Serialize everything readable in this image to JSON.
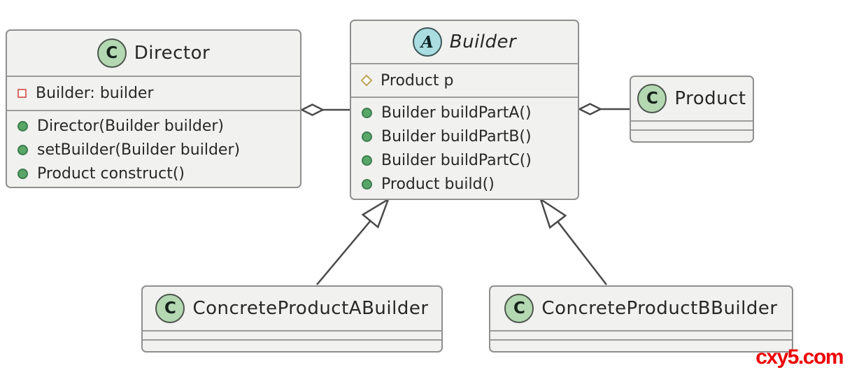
{
  "classes": {
    "director": {
      "badge": "C",
      "name": "Director",
      "fields": [
        "Builder: builder"
      ],
      "methods": [
        "Director(Builder builder)",
        "setBuilder(Builder builder)",
        "Product construct()"
      ]
    },
    "builder": {
      "badge": "A",
      "name": "Builder",
      "fields": [
        "Product p"
      ],
      "methods": [
        "Builder buildPartA()",
        "Builder buildPartB()",
        "Builder buildPartC()",
        "Product build()"
      ]
    },
    "product": {
      "badge": "C",
      "name": "Product",
      "fields": [],
      "methods": []
    },
    "concreteA": {
      "badge": "C",
      "name": "ConcreteProductABuilder",
      "fields": [],
      "methods": []
    },
    "concreteB": {
      "badge": "C",
      "name": "ConcreteProductBBuilder",
      "fields": [],
      "methods": []
    }
  },
  "icons": {
    "class_badge": "circled-letter-C",
    "abstract_badge": "circled-letter-A-italic",
    "private_field": "hollow-red-square",
    "protected_field": "hollow-yellow-diamond",
    "public_method": "filled-green-circle",
    "aggregation": "hollow-diamond-arrowhead",
    "inheritance": "hollow-triangle-arrowhead"
  },
  "relations": [
    {
      "from": "director",
      "to": "builder",
      "type": "aggregation"
    },
    {
      "from": "builder",
      "to": "product",
      "type": "aggregation"
    },
    {
      "from": "concreteA",
      "to": "builder",
      "type": "inheritance"
    },
    {
      "from": "concreteB",
      "to": "builder",
      "type": "inheritance"
    }
  ],
  "watermark": "cxy5.com",
  "colors": {
    "box_fill": "#f1f1ef",
    "box_border": "#8f8f8f",
    "divider": "#9c9c9c",
    "class_badge_fill": "#b4d8b2",
    "abstract_badge_fill": "#a9dde0",
    "method_dot": "#58a668",
    "field_square": "#dd6a66",
    "field_diamond": "#bfa257",
    "connector": "#4a4a4a",
    "watermark_red": "#ee0000"
  }
}
